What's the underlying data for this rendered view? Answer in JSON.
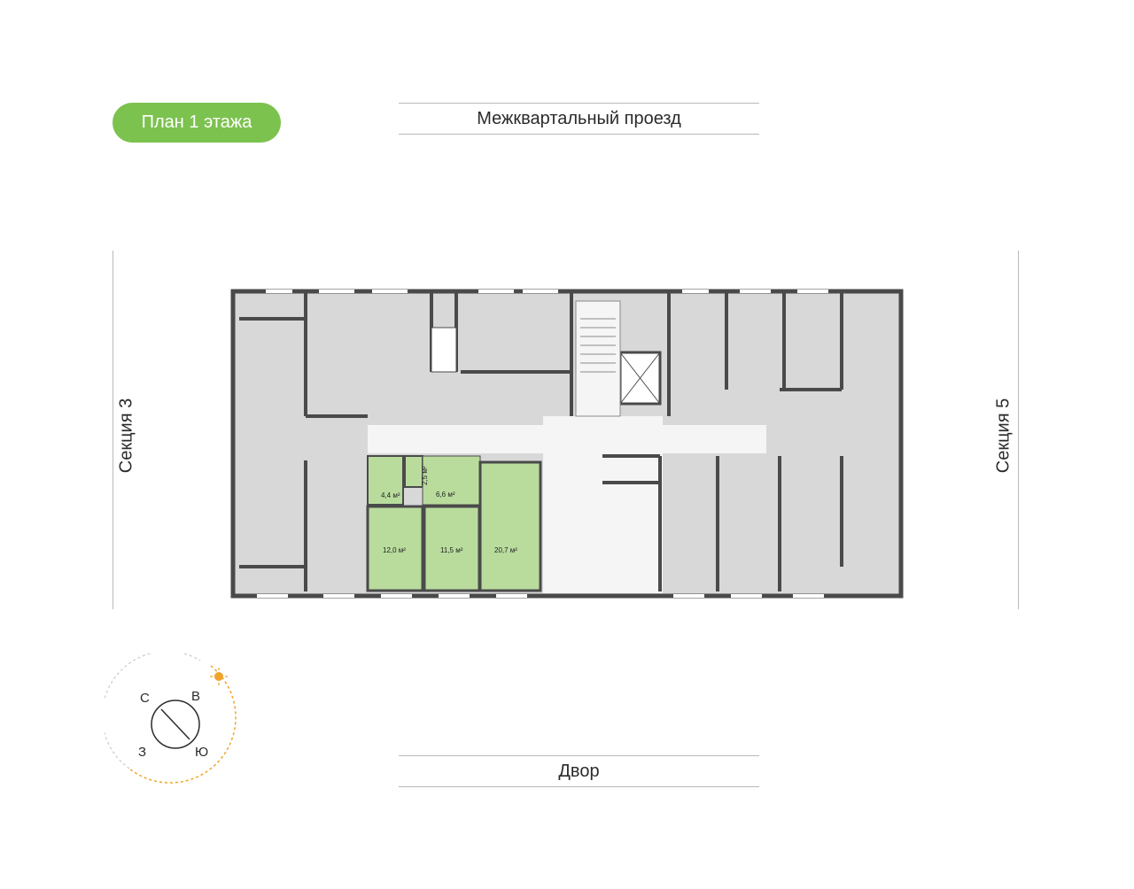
{
  "badge": {
    "label": "План 1 этажа",
    "color": "#7cc24f"
  },
  "streets": {
    "top": "Межквартальный проезд",
    "bottom": "Двор"
  },
  "sections": {
    "left": "Секция 3",
    "right": "Секция 5"
  },
  "apartment": {
    "highlight_color": "#b9dc9d",
    "rooms": {
      "bath": "4,4 м²",
      "wc": "2,5 м²",
      "hall": "6,6 м²",
      "bedroom1": "12,0 м²",
      "bedroom2": "11,5 м²",
      "kitchen": "20,7 м²"
    }
  },
  "compass": {
    "north": "С",
    "east": "В",
    "south": "Ю",
    "west": "З",
    "sun_color": "#f0a32a"
  }
}
